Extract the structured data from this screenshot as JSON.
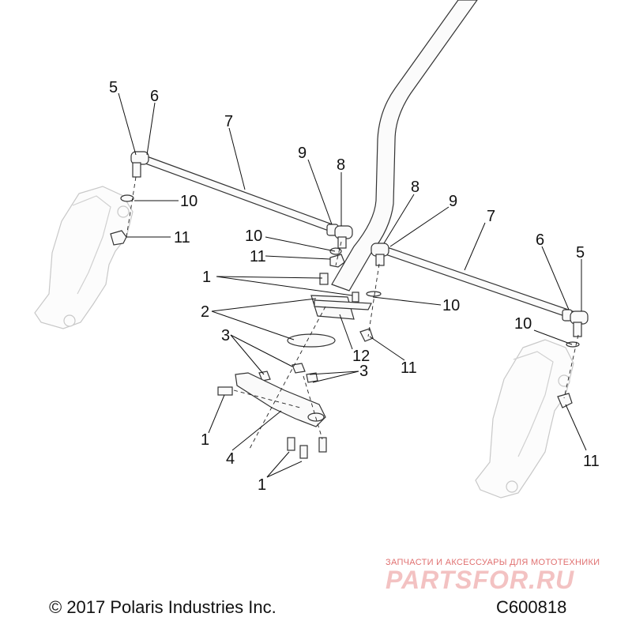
{
  "footer": {
    "copyright": "© 2017 Polaris Industries Inc.",
    "drawing_id": "C600818"
  },
  "watermark": {
    "tagline": "ЗАПЧАСТИ И АКСЕССУАРЫ ДЛЯ МОТОТЕХНИКИ",
    "logo": "PARTSFOR.RU"
  },
  "callouts": {
    "c5_left": "5",
    "c6_left": "6",
    "c7_left": "7",
    "c9_left": "9",
    "c8_left": "8",
    "c10_left_upper": "10",
    "c11_left_upper": "11",
    "c10_center": "10",
    "c11_center": "11",
    "c8_right": "8",
    "c9_right": "9",
    "c7_right": "7",
    "c6_right": "6",
    "c5_right": "5",
    "c1_upper": "1",
    "c10_center_right": "10",
    "c2": "2",
    "c3_left": "3",
    "c12": "12",
    "c11_center_low": "11",
    "c10_right": "10",
    "c3_right": "3",
    "c1_left": "1",
    "c4": "4",
    "c11_right": "11",
    "c1_bottom": "1"
  }
}
